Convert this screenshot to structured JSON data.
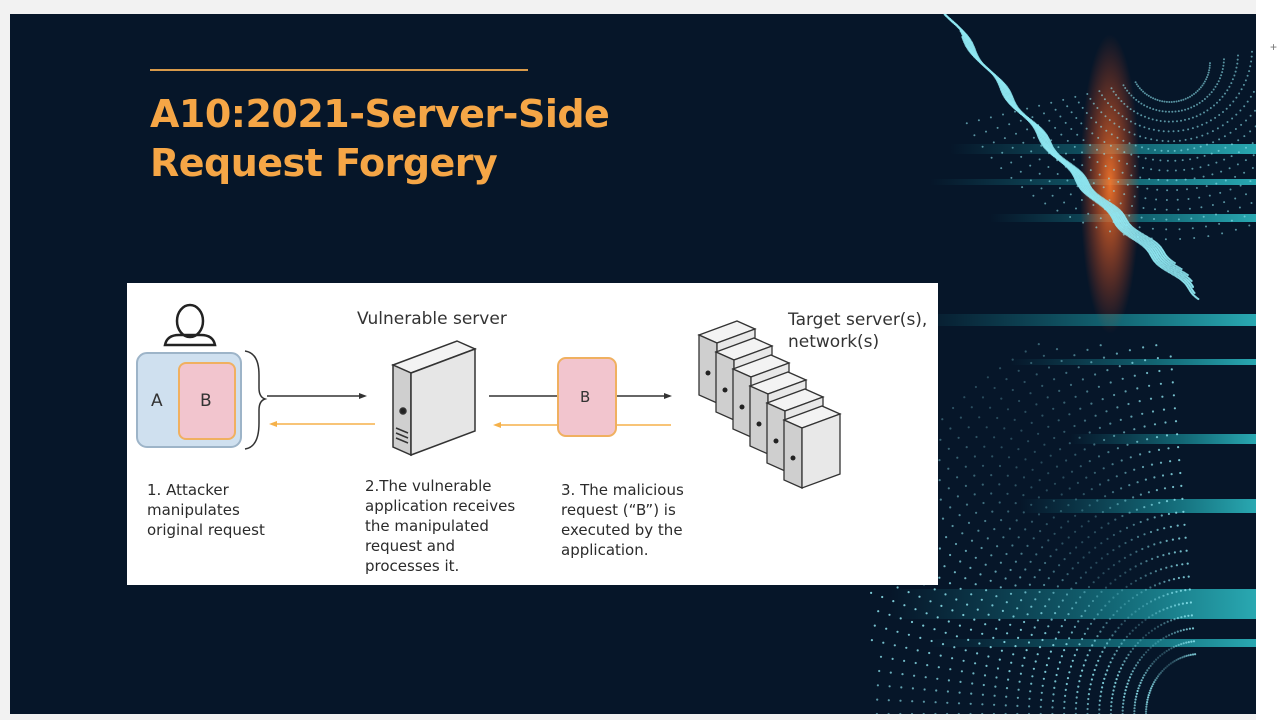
{
  "slide": {
    "title_line1": "A10:2021-Server-Side",
    "title_line2": "Request Forgery"
  },
  "diagram": {
    "attacker_box_a": "A",
    "attacker_box_b": "B",
    "server_label": "Vulnerable server",
    "target_label": "Target server(s),\nnetwork(s)",
    "malicious_box": "B",
    "step1": "1. Attacker\nmanipulates\noriginal request",
    "step2": "2.The vulnerable\napplication receives\nthe manipulated\nrequest and\nprocesses it.",
    "step3": "3. The malicious\nrequest (“B”) is\nexecuted by the\napplication."
  },
  "window": {
    "edge_glyph": "+"
  },
  "colors": {
    "background": "#061629",
    "accent": "#f5a646",
    "box_a": "#cfe0ef",
    "box_b": "#f2c5ce",
    "response_arrow": "#f5b14a",
    "art_cyan": "#7fe3f0",
    "art_orange": "#ff6a2a"
  }
}
